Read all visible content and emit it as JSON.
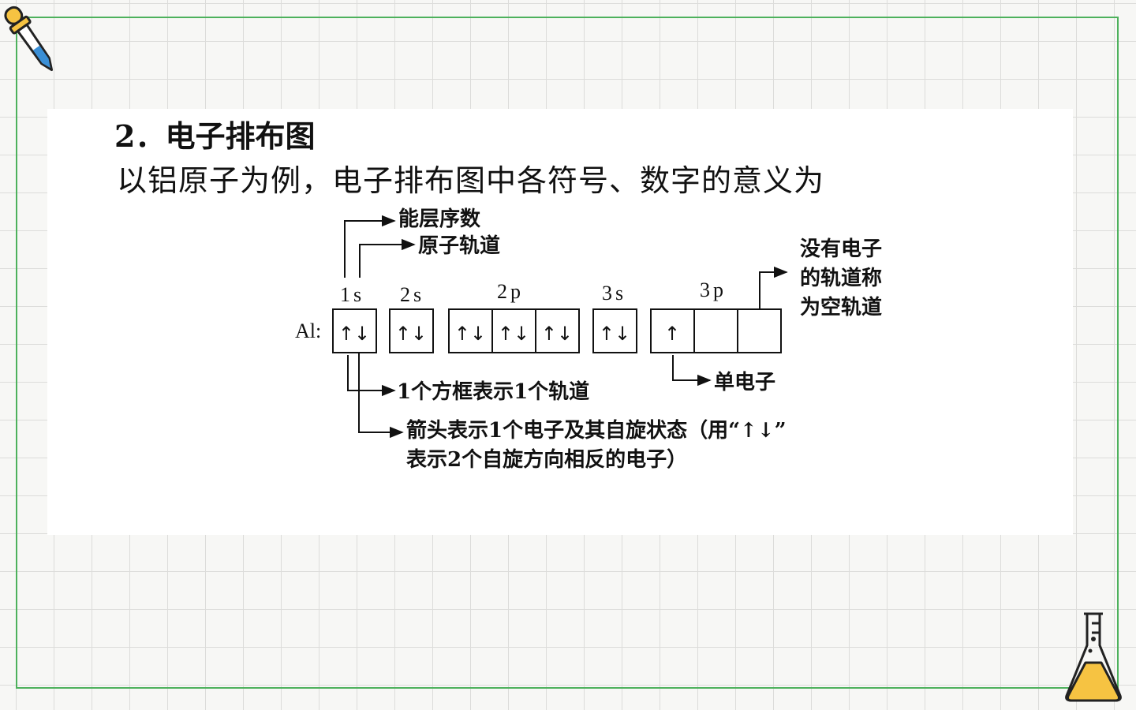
{
  "heading": "2．电子排布图",
  "intro": "以铝原子为例，电子排布图中各符号、数字的意义为",
  "diagram": {
    "element_label": "Al:",
    "subshells": [
      {
        "label": "1s",
        "boxes": [
          "up-down"
        ]
      },
      {
        "label": "2s",
        "boxes": [
          "up-down"
        ]
      },
      {
        "label": "2p",
        "boxes": [
          "up-down",
          "up-down",
          "up-down"
        ]
      },
      {
        "label": "3s",
        "boxes": [
          "up-down"
        ]
      },
      {
        "label": "3p",
        "boxes": [
          "up",
          "empty",
          "empty"
        ]
      }
    ],
    "arrow_glyphs": {
      "up-down": "↑↓",
      "up": "↑",
      "empty": ""
    },
    "annotations": {
      "energy_level": "能层序数",
      "orbital": "原子轨道",
      "empty_orbital_lines": [
        "没有电子",
        "的轨道称",
        "为空轨道"
      ],
      "single_electron": "单电子",
      "one_box": "1个方框表示1个轨道",
      "arrow_meaning_lines": [
        "箭头表示1个电子及其自旋状态（用“↑↓”",
        "表示2个自旋方向相反的电子）"
      ]
    }
  },
  "icons": [
    "dropper-icon",
    "flask-icon"
  ],
  "colors": {
    "frame": "#4db15c",
    "flask_liquid": "#f6c342",
    "dropper_tip": "#3a8fd6"
  }
}
